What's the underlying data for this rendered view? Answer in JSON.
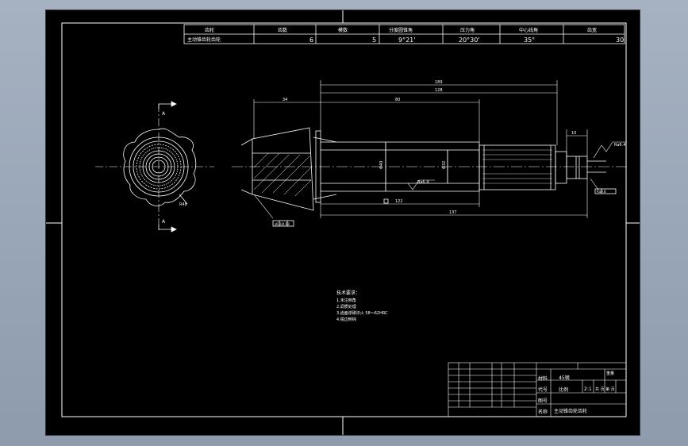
{
  "params_table": {
    "headers": [
      "齿轮",
      "齿数",
      "模数",
      "分度圆锥角",
      "压力角",
      "中心线角",
      "齿宽"
    ],
    "row": [
      "主动锥齿轮齿轮",
      "6",
      "5",
      "9°21'",
      "20°30'",
      "35°",
      "30"
    ]
  },
  "dimensions": {
    "overall_length": "189",
    "length_2": "128",
    "length_3": "80",
    "cone_length": "34",
    "length_122": "122",
    "length_137": "137",
    "small_10": "10",
    "dia_a": "Φ40",
    "dia_b": "Φ32",
    "roughness_1": "Ra6.4",
    "roughness_2": "Ra6.4",
    "roughness_3": "Ra0.8",
    "tolerance_frame": "∥0.1|0.03"
  },
  "section_marks": [
    "A",
    "A"
  ],
  "section_dim": "R48",
  "tech_requirements": {
    "title": "技术要求：",
    "lines": [
      "1.未注倒角",
      "2.调质处理",
      "3.齿面渗碳淬火 58～62HRC",
      "4.锐边倒钝"
    ]
  },
  "title_block": {
    "name_label": "名称",
    "name_value": "主动锥齿轮齿轮",
    "material_label": "材料",
    "material_value": "45钢",
    "scale_label": "比例",
    "scale_value": "2:1",
    "code_label": "代号",
    "drawing_no_label": "图号",
    "sheets_label": "共 页 第 页",
    "weight_label": "重量"
  }
}
